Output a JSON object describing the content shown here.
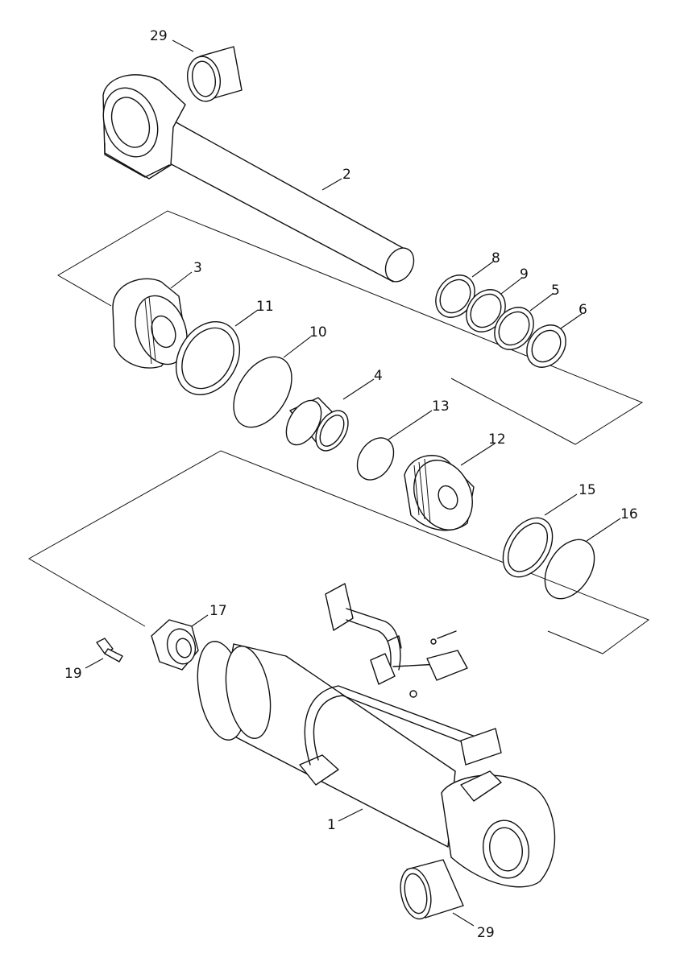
{
  "callouts": [
    {
      "id": "c29a",
      "text": "29"
    },
    {
      "id": "c2",
      "text": "2"
    },
    {
      "id": "c8",
      "text": "8"
    },
    {
      "id": "c9",
      "text": "9"
    },
    {
      "id": "c5",
      "text": "5"
    },
    {
      "id": "c6",
      "text": "6"
    },
    {
      "id": "c3",
      "text": "3"
    },
    {
      "id": "c11",
      "text": "11"
    },
    {
      "id": "c10",
      "text": "10"
    },
    {
      "id": "c4",
      "text": "4"
    },
    {
      "id": "c13",
      "text": "13"
    },
    {
      "id": "c12",
      "text": "12"
    },
    {
      "id": "c15",
      "text": "15"
    },
    {
      "id": "c16",
      "text": "16"
    },
    {
      "id": "c17",
      "text": "17"
    },
    {
      "id": "c19",
      "text": "19"
    },
    {
      "id": "c1",
      "text": "1"
    },
    {
      "id": "c29b",
      "text": "29"
    }
  ]
}
